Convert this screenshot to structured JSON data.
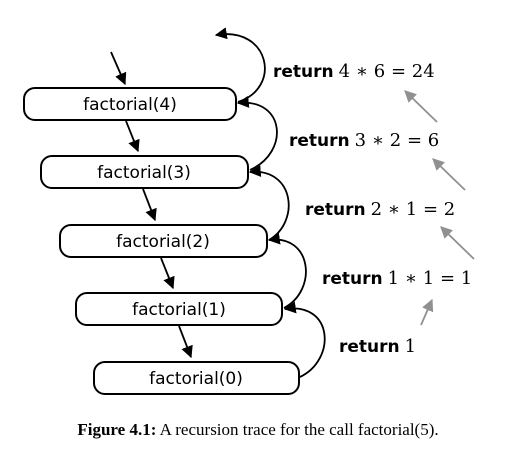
{
  "diagram": {
    "calls": [
      {
        "label": "factorial(4)"
      },
      {
        "label": "factorial(3)"
      },
      {
        "label": "factorial(2)"
      },
      {
        "label": "factorial(1)"
      },
      {
        "label": "factorial(0)"
      }
    ],
    "returns": [
      {
        "keyword": "return",
        "expr": "4 ∗ 6 = 24"
      },
      {
        "keyword": "return",
        "expr": "3 ∗ 2 = 6"
      },
      {
        "keyword": "return",
        "expr": "2 ∗ 1 = 2"
      },
      {
        "keyword": "return",
        "expr": "1 ∗ 1 = 1"
      },
      {
        "keyword": "return",
        "expr": "1"
      }
    ]
  },
  "caption": {
    "label": "Figure 4.1:",
    "text": " A recursion trace for the call factorial(5)."
  }
}
